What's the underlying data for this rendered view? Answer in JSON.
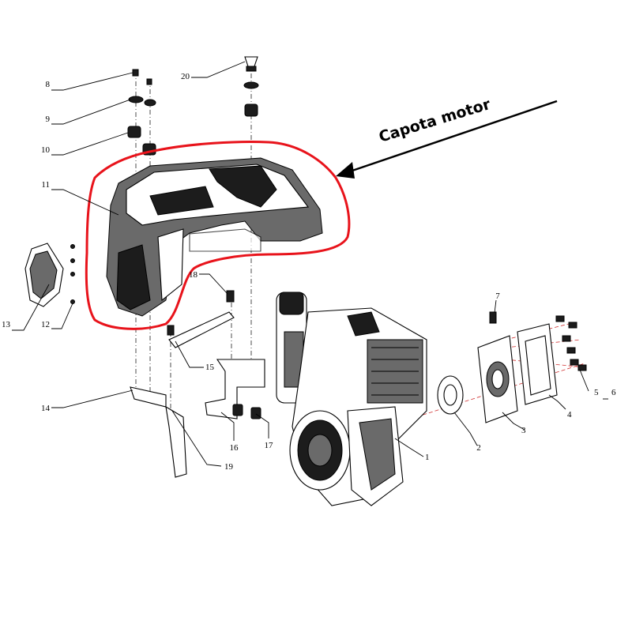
{
  "annotation": {
    "text": "Capota motor",
    "highlight_color": "#e8131b",
    "arrow_color": "#000000"
  },
  "callouts": [
    "1",
    "2",
    "3",
    "4",
    "5",
    "6",
    "7",
    "8",
    "9",
    "10",
    "11",
    "12",
    "13",
    "14",
    "15",
    "16",
    "17",
    "18",
    "19",
    "20"
  ]
}
